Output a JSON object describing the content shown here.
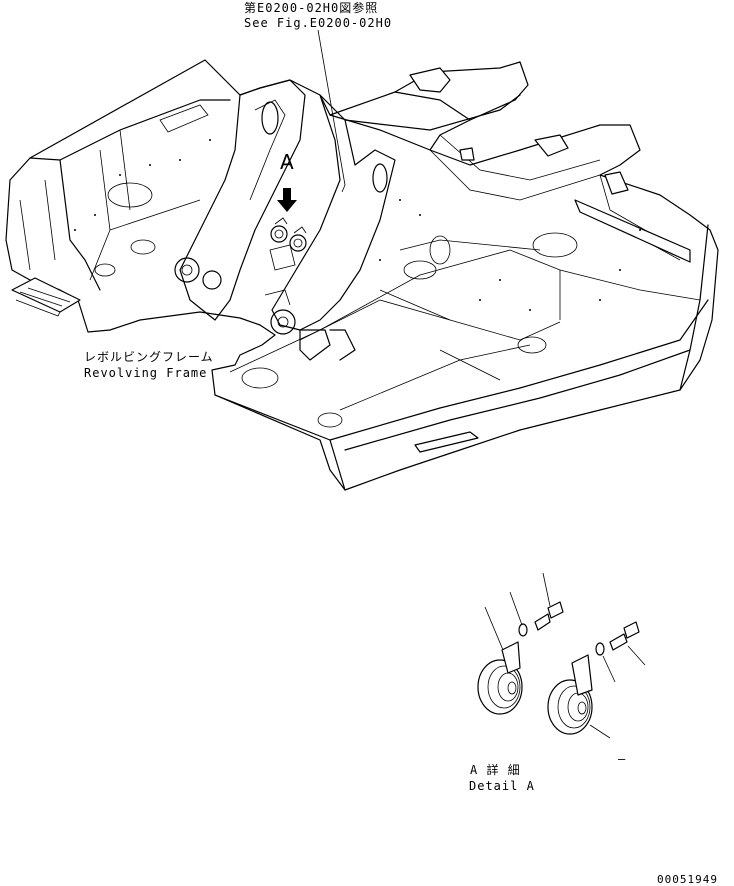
{
  "callout_top": {
    "line1": "第E0200-02H0図参照",
    "line2": "See Fig.E0200-02H0"
  },
  "frame_label": {
    "jp": "レボルビングフレーム",
    "en": "Revolving Frame"
  },
  "view_marker": "A",
  "detail": {
    "jp": "A 詳 細",
    "en": "Detail A"
  },
  "small_mark": "–",
  "drawing_number": "00051949"
}
